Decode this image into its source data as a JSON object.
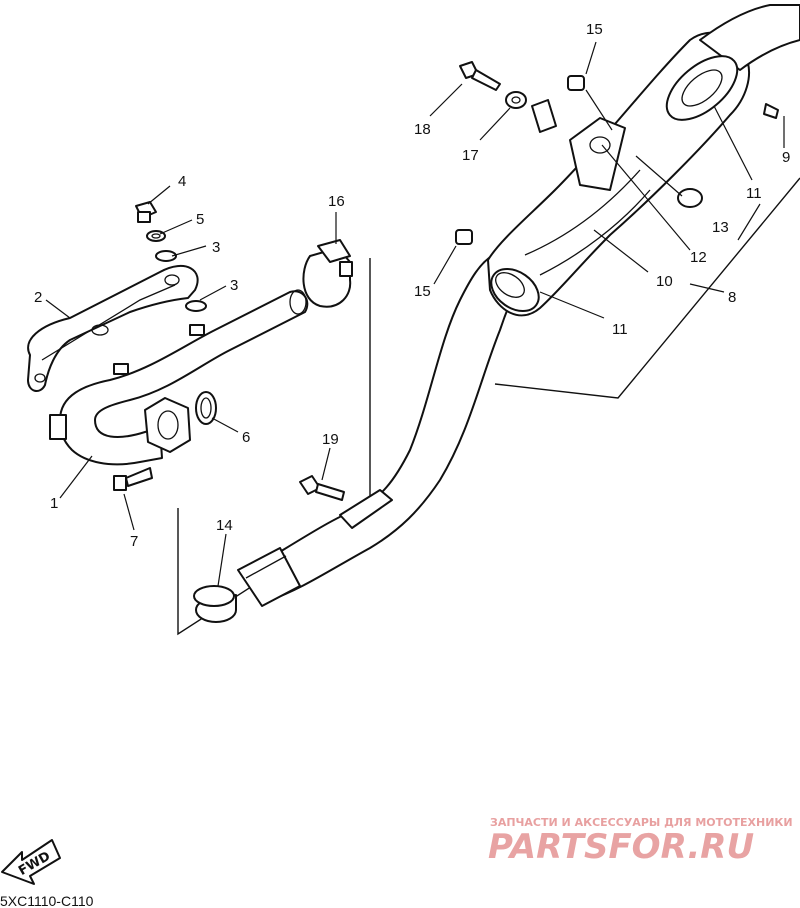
{
  "diagram": {
    "callouts": {
      "p1": "1",
      "p2": "2",
      "p3a": "3",
      "p3b": "3",
      "p4": "4",
      "p5": "5",
      "p6": "6",
      "p7": "7",
      "p8": "8",
      "p9": "9",
      "p10": "10",
      "p11a": "11",
      "p11b": "11",
      "p12": "12",
      "p13": "13",
      "p14": "14",
      "p15a": "15",
      "p15b": "15",
      "p16": "16",
      "p17": "17",
      "p18": "18",
      "p19": "19"
    },
    "drawing_code": "5XC1110-C110",
    "fwd_label": "FWD"
  },
  "watermark": {
    "subtitle": "ЗАПЧАСТИ И АКСЕССУАРЫ ДЛЯ МОТОТЕХНИКИ",
    "brand": "PARTSFOR.RU",
    "color": "#e8a3a3"
  }
}
